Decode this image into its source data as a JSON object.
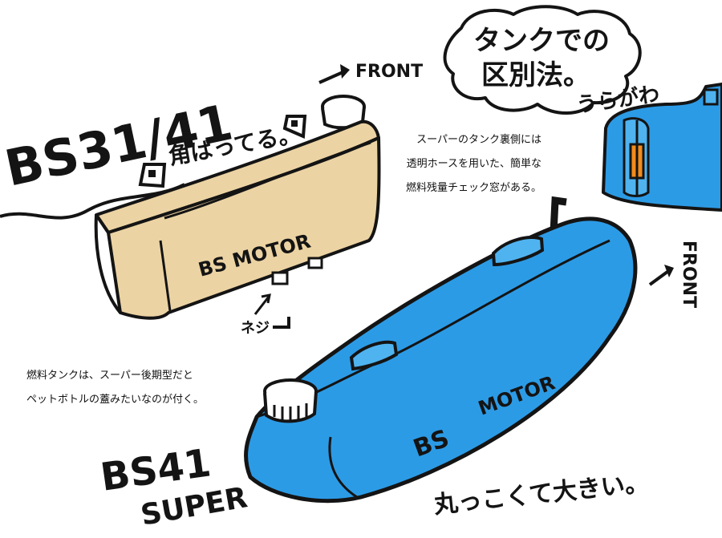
{
  "heading": {
    "line1": "タンクでの",
    "line2": "区別法。"
  },
  "model_old": {
    "name": "BS31/41",
    "feature": "角ばってる。",
    "brand": "BS MOTOR",
    "screw": "ネジ"
  },
  "model_super": {
    "name_line1": "BS41",
    "name_line2": "SUPER",
    "feature": "丸っこくて大きい。",
    "brand_line1": "BS",
    "brand_line2": "MOTOR"
  },
  "front_label_top": "FRONT",
  "front_label_right": "FRONT",
  "back_side_label": "うらがわ",
  "note_rear_window": [
    "スーパーのタンク裏側には",
    "透明ホースを用いた、簡単な",
    "燃料残量チェック窓がある。"
  ],
  "note_cap": [
    "燃料タンクは、スーパー後期型だと",
    "ペットボトルの蓋みたいなのが付く。"
  ],
  "colors": {
    "old_tank": "#ecd3a3",
    "super_tank": "#2c9be6",
    "super_tank_light": "#4fb3f0",
    "window_orange": "#f28c1c",
    "ink": "#141414"
  }
}
